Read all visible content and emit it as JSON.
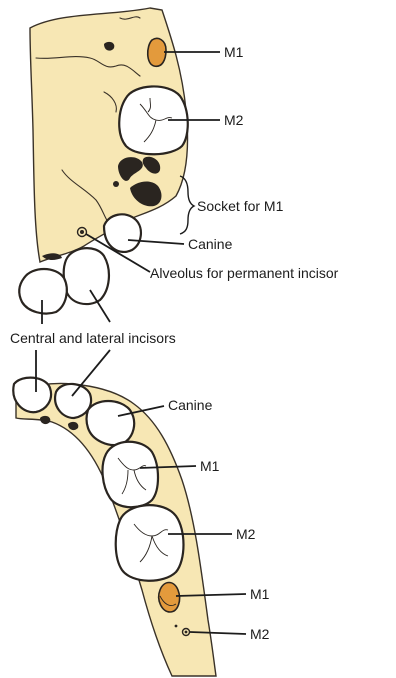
{
  "labels": {
    "upper_m1": "M1",
    "upper_m2": "M2",
    "socket_m1": "Socket for M1",
    "upper_canine": "Canine",
    "alveolus": "Alveolus for permanent incisor",
    "incisors": "Central and lateral incisors",
    "lower_canine": "Canine",
    "lower_m1": "M1",
    "lower_m2": "M2",
    "lower_bud_m1": "M1",
    "lower_bud_m2": "M2"
  },
  "colors": {
    "bone": "#f7e7b4",
    "tooth_bud": "#e39a3c",
    "outline": "#2a2520",
    "text": "#1c1c1c"
  }
}
